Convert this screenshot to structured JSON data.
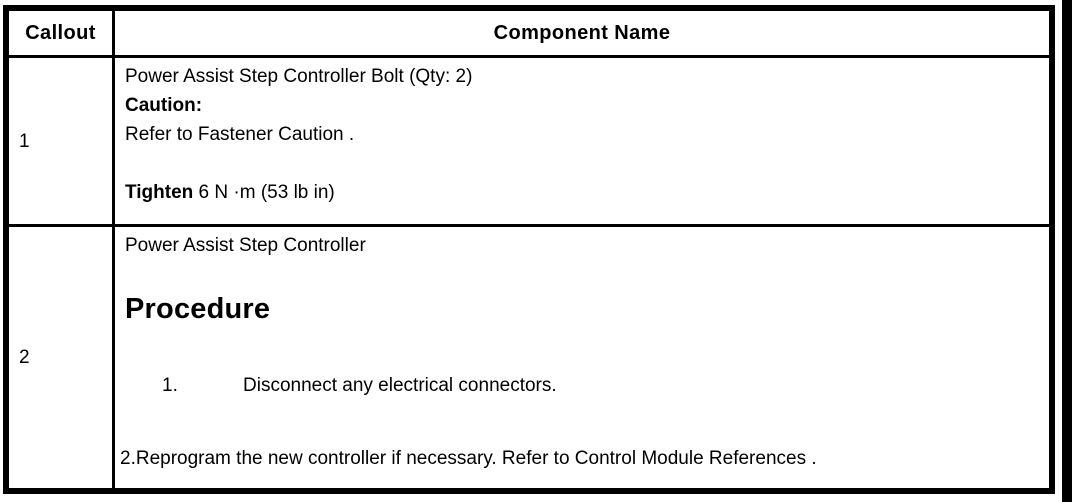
{
  "colors": {
    "ink": "#000000",
    "paper": "#ffffff"
  },
  "table": {
    "header": {
      "callout": "Callout",
      "component_name": "Component Name"
    },
    "rows": [
      {
        "callout": "1",
        "component": "Power Assist Step Controller Bolt (Qty: 2)",
        "caution_label": "Caution:",
        "caution_text": "Refer to Fastener Caution .",
        "tighten_label": "Tighten",
        "tighten_spec": "6 N ·m (53 lb in)"
      },
      {
        "callout": "2",
        "component": "Power Assist Step Controller",
        "procedure_heading": "Procedure",
        "step1_number": "1.",
        "step1_text": "Disconnect any electrical connectors.",
        "step2_text": "2.Reprogram the new controller if necessary. Refer to Control Module References ."
      }
    ]
  }
}
